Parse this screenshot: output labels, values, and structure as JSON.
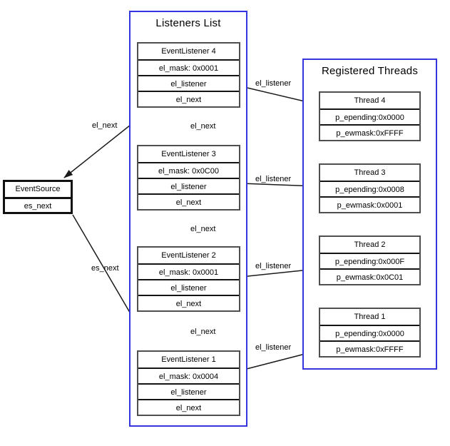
{
  "diagram": {
    "listeners_section": {
      "title": "Listeners List"
    },
    "threads_section": {
      "title": "Registered Threads"
    },
    "event_source": {
      "rows": [
        "EventSource",
        "es_next"
      ]
    },
    "listeners": [
      {
        "rows": [
          "EventListener 4",
          "el_mask: 0x0001",
          "el_listener",
          "el_next"
        ]
      },
      {
        "rows": [
          "EventListener 3",
          "el_mask: 0x0C00",
          "el_listener",
          "el_next"
        ]
      },
      {
        "rows": [
          "EventListener 2",
          "el_mask: 0x0001",
          "el_listener",
          "el_next"
        ]
      },
      {
        "rows": [
          "EventListener 1",
          "el_mask: 0x0004",
          "el_listener",
          "el_next"
        ]
      }
    ],
    "threads": [
      {
        "rows": [
          "Thread 4",
          "p_epending:0x0000",
          "p_ewmask:0xFFFF"
        ]
      },
      {
        "rows": [
          "Thread 3",
          "p_epending:0x0008",
          "p_ewmask:0x0001"
        ]
      },
      {
        "rows": [
          "Thread 2",
          "p_epending:0x000F",
          "p_ewmask:0x0C01"
        ]
      },
      {
        "rows": [
          "Thread 1",
          "p_epending:0x0000",
          "p_ewmask:0xFFFF"
        ]
      }
    ],
    "edge_labels": {
      "el_listener_4": "el_listener",
      "el_listener_3": "el_listener",
      "el_listener_2": "el_listener",
      "el_listener_1": "el_listener",
      "el_next_4_to_source": "el_next",
      "el_next_3_to_4": "el_next",
      "el_next_2_to_3": "el_next",
      "el_next_1_to_2": "el_next",
      "es_next_to_listener1": "es_next"
    },
    "colors": {
      "container_border": "#3535e0",
      "node_border": "#4f4f4f",
      "row_divider": "#141414",
      "source_border": "#111111",
      "edge": "#1a1a1a",
      "text": "#000000",
      "background": "#ffffff"
    }
  }
}
